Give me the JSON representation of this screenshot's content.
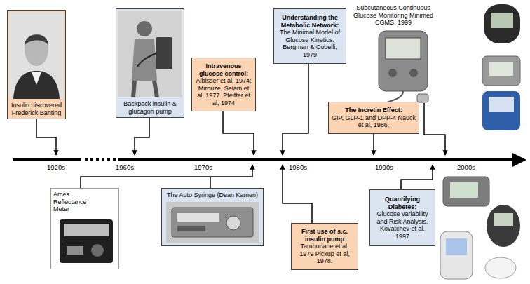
{
  "diagram": {
    "nodes": [
      {
        "text": [
          "Insulin discovered Frederick Banting"
        ]
      },
      {
        "text": [
          "Backpack insulin & glucagon pump"
        ]
      },
      {
        "text": [
          "Intravenous glucose control:",
          "Albisser et al, 1974; Mirouze, Selam et al, 1977. Pfeiffer et al, 1974"
        ]
      },
      {
        "text": [
          "Understanding the Metabolic Network:",
          "The Minimal Model of Glucose Kinetics. Bergman & Cobelli, 1979"
        ]
      },
      {
        "text": [
          "The Incretin Effect:",
          "GIP, GLP-1 and DPP-4 Nauck et al, 1986."
        ]
      },
      {
        "text": [
          "Ames Reflectance Meter"
        ]
      },
      {
        "text": [
          "The Auto Syringe (Dean Kamen)"
        ]
      },
      {
        "text": [
          "First use of s.c. insulin pump",
          "Tamborlane et al, 1979 Pickup et al, 1978."
        ]
      },
      {
        "text": [
          "Quantifying Diabetes:",
          "Glucose variability and Risk Analysis. Kovatchev et al. 1997"
        ]
      }
    ],
    "labels": [
      "Subcutaneous Continuous Glucose Monitoring Minimed CGMS, 1999",
      "1920s",
      "1960s",
      "1970s",
      "1980s",
      "1990s",
      "2000s"
    ]
  }
}
